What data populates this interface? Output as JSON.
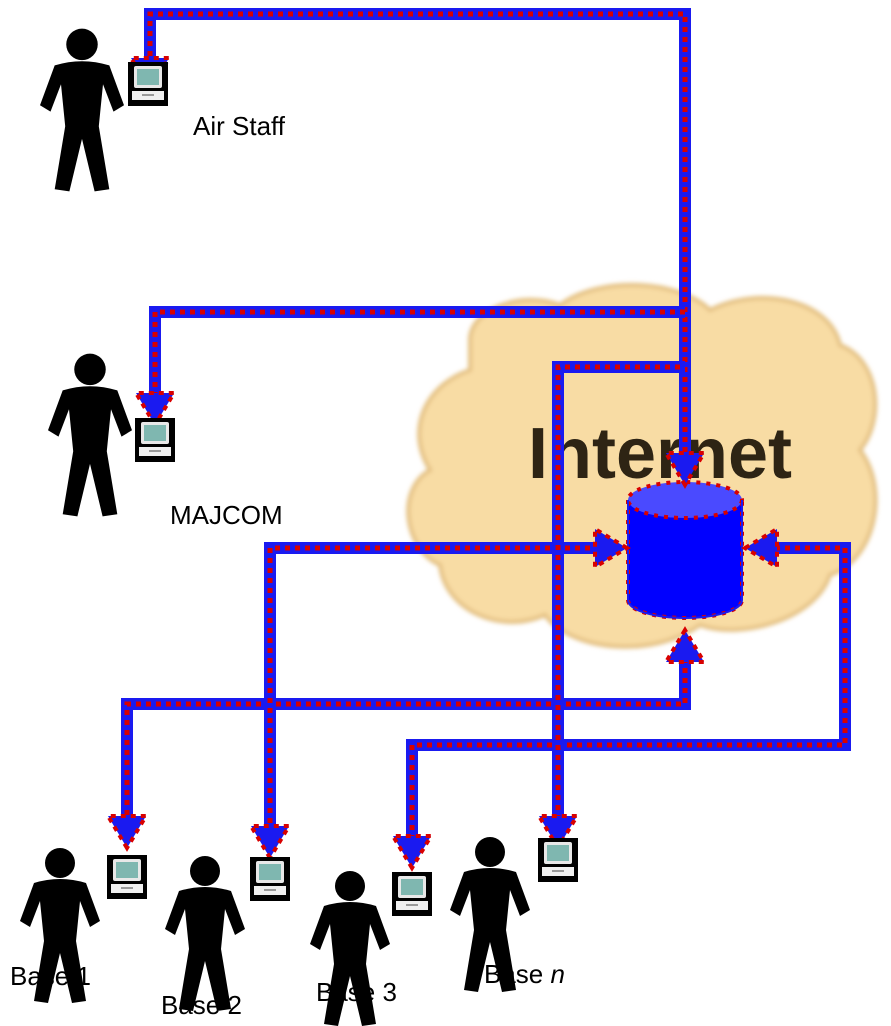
{
  "diagram": {
    "cloud": {
      "label": "Internet"
    },
    "nodes": {
      "air_staff": {
        "label": "Air Staff"
      },
      "majcom": {
        "label": "MAJCOM"
      },
      "base1": {
        "label": "Base 1"
      },
      "base2": {
        "label": "Base 2"
      },
      "base3": {
        "label": "Base 3"
      },
      "basen": {
        "label_prefix": "Base ",
        "label_italic": "n"
      }
    }
  },
  "colors": {
    "background": "#ffffff",
    "cloud_fill": "#f8dca4",
    "cloud_outline": "#e4c081",
    "cloud_text": "#2e2414",
    "pipe_blue": "#1a1af0",
    "pipe_red": "#d80000",
    "database_fill": "#0000ff",
    "database_top": "#4a4aff",
    "person": "#000000",
    "monitor_screen": "#7fb7b0",
    "monitor_case": "#f0f0f0"
  },
  "icons": [
    "person-icon",
    "computer-icon",
    "database-icon",
    "cloud-icon",
    "arrow-icon"
  ]
}
